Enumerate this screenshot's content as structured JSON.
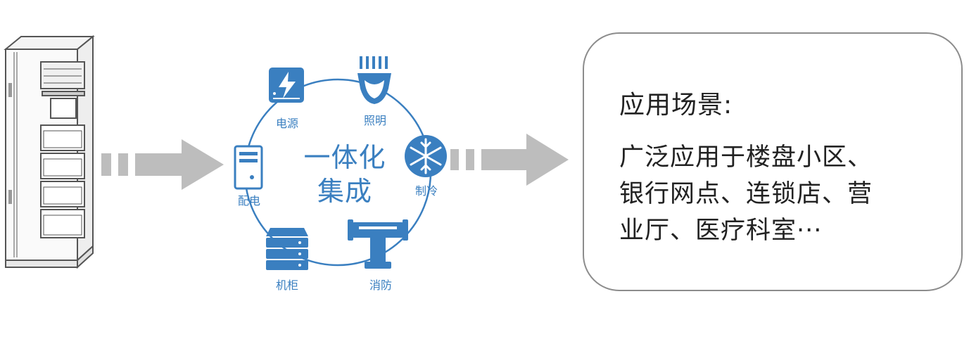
{
  "center": {
    "line1": "一体化",
    "line2": "集成"
  },
  "nodes": [
    {
      "label": "电源",
      "icon": "power-supply-icon"
    },
    {
      "label": "照明",
      "icon": "light-bulb-icon"
    },
    {
      "label": "制冷",
      "icon": "snowflake-icon"
    },
    {
      "label": "消防",
      "icon": "fire-hydrant-pipe-icon"
    },
    {
      "label": "机柜",
      "icon": "server-rack-icon"
    },
    {
      "label": "配电",
      "icon": "distribution-box-icon"
    }
  ],
  "application": {
    "title": "应用场景:",
    "lines": [
      "广泛应用于楼盘小区、",
      "银行网点、连锁店、营",
      "业厅、医疗科室···"
    ]
  },
  "colors": {
    "accent": "#3a7fc0",
    "arrow": "#bdbdbd",
    "border": "#8c8c8c"
  }
}
